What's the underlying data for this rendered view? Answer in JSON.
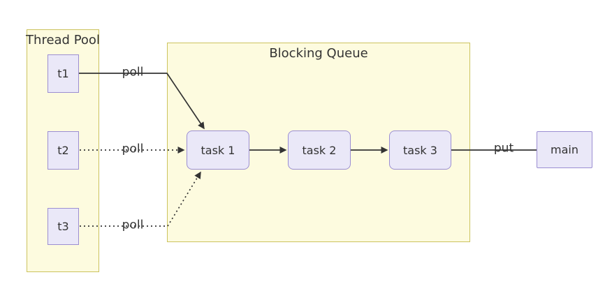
{
  "groups": {
    "thread_pool": {
      "label": "Thread Pool"
    },
    "blocking_queue": {
      "label": "Blocking Queue"
    }
  },
  "nodes": {
    "t1": {
      "label": "t1"
    },
    "t2": {
      "label": "t2"
    },
    "t3": {
      "label": "t3"
    },
    "task1": {
      "label": "task 1"
    },
    "task2": {
      "label": "task 2"
    },
    "task3": {
      "label": "task 3"
    },
    "main": {
      "label": "main"
    }
  },
  "edges": {
    "t1_task1": {
      "from": "t1",
      "to": "task1",
      "label": "poll",
      "style": "solid",
      "arrow": true
    },
    "t2_task1": {
      "from": "t2",
      "to": "task1",
      "label": "poll",
      "style": "dotted",
      "arrow": true
    },
    "t3_task1": {
      "from": "t3",
      "to": "task1",
      "label": "poll",
      "style": "dotted",
      "arrow": true
    },
    "task1_task2": {
      "from": "task1",
      "to": "task2",
      "label": "",
      "style": "solid",
      "arrow": true
    },
    "task2_task3": {
      "from": "task2",
      "to": "task3",
      "label": "",
      "style": "solid",
      "arrow": true
    },
    "task3_main": {
      "from": "task3",
      "to": "main",
      "label": "put",
      "style": "solid",
      "arrow": false
    }
  },
  "colors": {
    "background": "#ffffff",
    "group_fill": "#fdfbdf",
    "group_border": "#ccc35e",
    "node_fill": "#eae8f8",
    "node_border": "#9b8ed2",
    "edge": "#333333",
    "text": "#333333"
  }
}
